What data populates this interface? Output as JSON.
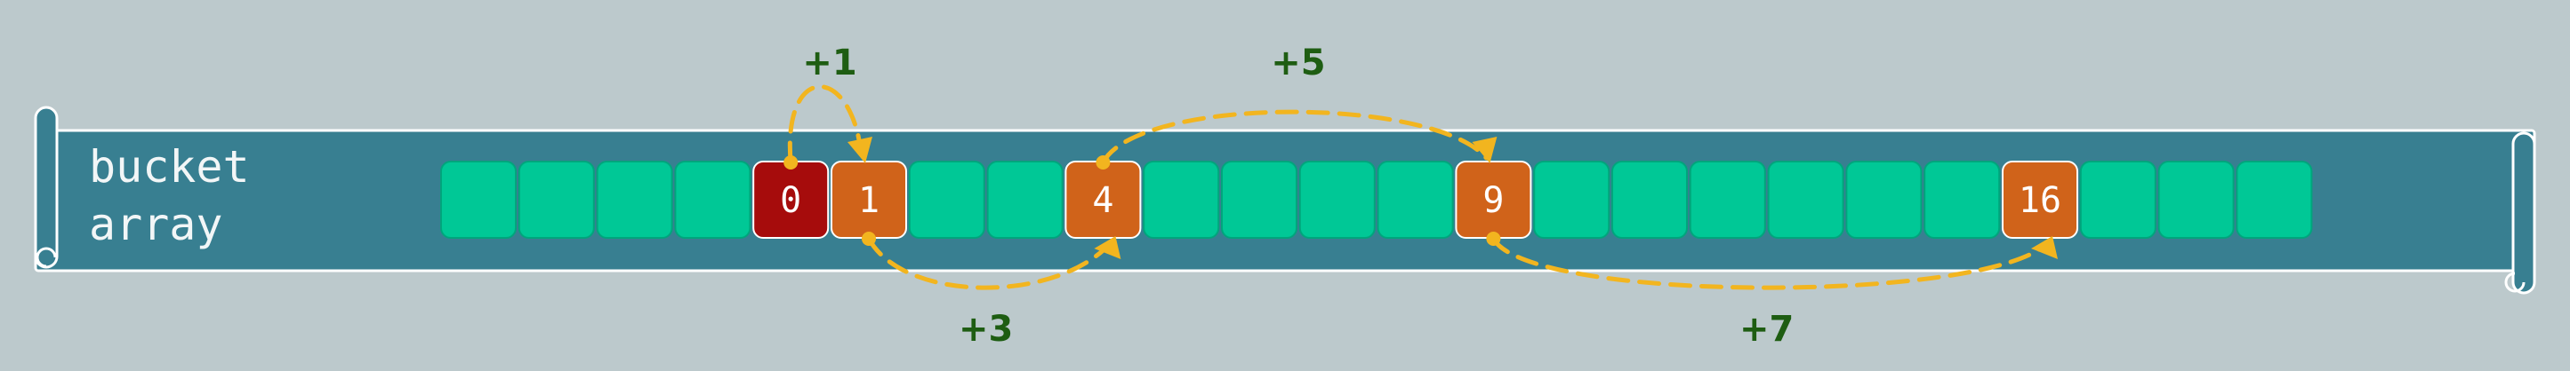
{
  "scroll": {
    "label_lines": [
      "bucket",
      "array"
    ]
  },
  "colors": {
    "background": "#bcc9cc",
    "scroll": "#387f91",
    "empty_cell": "#00c896",
    "start_cell": "#a60c0c",
    "probe_cell": "#d0631a",
    "arrow": "#f2b51f",
    "step_label": "#1e5d12"
  },
  "buckets": [
    {
      "text": "",
      "state": "empty"
    },
    {
      "text": "",
      "state": "empty"
    },
    {
      "text": "",
      "state": "empty"
    },
    {
      "text": "",
      "state": "empty"
    },
    {
      "text": "0",
      "state": "start"
    },
    {
      "text": "1",
      "state": "probe"
    },
    {
      "text": "",
      "state": "empty"
    },
    {
      "text": "",
      "state": "empty"
    },
    {
      "text": "4",
      "state": "probe"
    },
    {
      "text": "",
      "state": "empty"
    },
    {
      "text": "",
      "state": "empty"
    },
    {
      "text": "",
      "state": "empty"
    },
    {
      "text": "",
      "state": "empty"
    },
    {
      "text": "9",
      "state": "probe"
    },
    {
      "text": "",
      "state": "empty"
    },
    {
      "text": "",
      "state": "empty"
    },
    {
      "text": "",
      "state": "empty"
    },
    {
      "text": "",
      "state": "empty"
    },
    {
      "text": "",
      "state": "empty"
    },
    {
      "text": "",
      "state": "empty"
    },
    {
      "text": "16",
      "state": "probe"
    },
    {
      "text": "",
      "state": "empty"
    },
    {
      "text": "",
      "state": "empty"
    },
    {
      "text": "",
      "state": "empty"
    }
  ],
  "steps": [
    {
      "label": "+1",
      "from": 4,
      "to": 5,
      "side": "above"
    },
    {
      "label": "+3",
      "from": 5,
      "to": 8,
      "side": "below"
    },
    {
      "label": "+5",
      "from": 8,
      "to": 13,
      "side": "above"
    },
    {
      "label": "+7",
      "from": 13,
      "to": 20,
      "side": "below"
    }
  ]
}
